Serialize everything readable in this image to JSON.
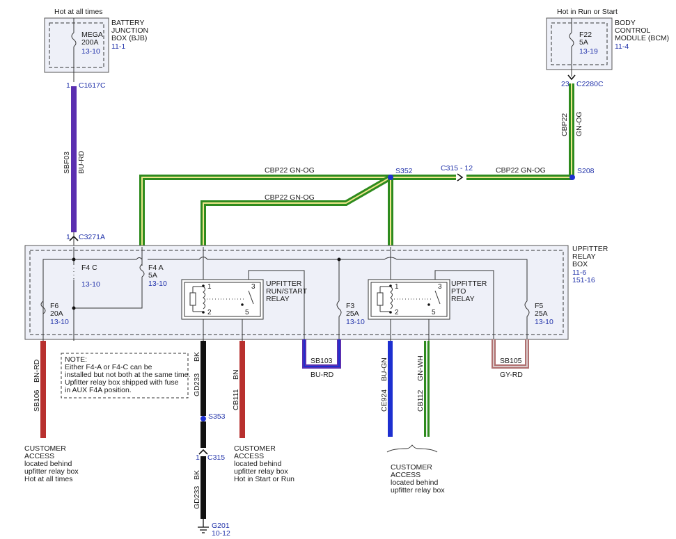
{
  "colors": {
    "blue_ref": "#2233aa",
    "wire_green": "#2e8b1e",
    "wire_green_stripe": "#f0e68c",
    "wire_purple": "#5a2fb0",
    "wire_red": "#b8302e",
    "wire_blue": "#1d2fd0",
    "wire_black": "#111111",
    "box_fill": "#eef0f8",
    "line": "#333333"
  },
  "bjb": {
    "header": "Hot at all times",
    "name_lines": [
      "BATTERY",
      "JUNCTION",
      "BOX (BJB)"
    ],
    "page": "11-1",
    "fuse_lines": [
      "MEGA",
      "200A"
    ],
    "fuse_page": "13-10",
    "pin": "1",
    "connector": "C1617C"
  },
  "bcm": {
    "header": "Hot in Run or Start",
    "name_lines": [
      "BODY",
      "CONTROL",
      "MODULE (BCM)"
    ],
    "page": "11-4",
    "fuse_lines": [
      "F22",
      "5A"
    ],
    "fuse_page": "13-19",
    "pin": "23",
    "connector": "C2280C"
  },
  "wires": {
    "sbf03": "SBF03",
    "sbf03_color": "BU-RD",
    "c3271a_pin": "1",
    "c3271a": "C3271A",
    "cbp22_vertical": "CBP22",
    "cbp22_vertical_color": "GN-OG",
    "cbp22_top": "CBP22  GN-OG",
    "cbp22_mid": "CBP22  GN-OG",
    "cbp22_right": "CBP22  GN-OG",
    "s352": "S352",
    "s208": "S208",
    "c315_12": "C315 - 12"
  },
  "relay_box": {
    "name_lines": [
      "UPFITTER",
      "RELAY",
      "BOX"
    ],
    "pages": [
      "11-6",
      "151-16"
    ],
    "f4c_name": "F4 C",
    "f4c_page": "13-10",
    "f4a_lines": [
      "F4 A",
      "5A"
    ],
    "f4a_page": "13-10",
    "f6_lines": [
      "F6",
      "20A"
    ],
    "f6_page": "13-10",
    "f3_lines": [
      "F3",
      "25A"
    ],
    "f3_page": "13-10",
    "f5_lines": [
      "F5",
      "25A"
    ],
    "f5_page": "13-10",
    "relay1_lines": [
      "UPFITTER",
      "RUN/START",
      "RELAY"
    ],
    "relay2_lines": [
      "UPFITTER",
      "PTO",
      "RELAY"
    ],
    "relay_pins": [
      "1",
      "3",
      "2",
      "5"
    ]
  },
  "note": {
    "lines": [
      "NOTE:",
      "Either F4-A or F4-C can be",
      "installed but not both at the same time.",
      "Upfitter relay box shipped with fuse",
      "in AUX F4A position."
    ]
  },
  "bottom": {
    "sb106": "SB106",
    "sb106_color": "BN-RD",
    "gd233": "GD233",
    "gd233_color": "BK",
    "s353": "S353",
    "c315_pin": "1",
    "c315": "C315",
    "gd233_lower": "GD233",
    "gd233_lower_color": "BK",
    "g201": "G201",
    "g201_page": "10-12",
    "cb111": "CB111",
    "cb111_color": "BN",
    "sb103": "SB103",
    "sb103_color": "BU-RD",
    "ce924": "CE924",
    "ce924_color": "BU-GN",
    "cb112": "CB112",
    "cb112_color": "GN-WH",
    "sb105": "SB105",
    "sb105_color": "GY-RD",
    "access1_lines": [
      "CUSTOMER",
      "ACCESS",
      "located behind",
      "upfitter relay box",
      "Hot at all times"
    ],
    "access2_lines": [
      "CUSTOMER",
      "ACCESS",
      "located behind",
      "upfitter relay box",
      "Hot in Start or Run"
    ],
    "access3_lines": [
      "CUSTOMER",
      "ACCESS",
      "located behind",
      "upfitter relay box"
    ]
  }
}
